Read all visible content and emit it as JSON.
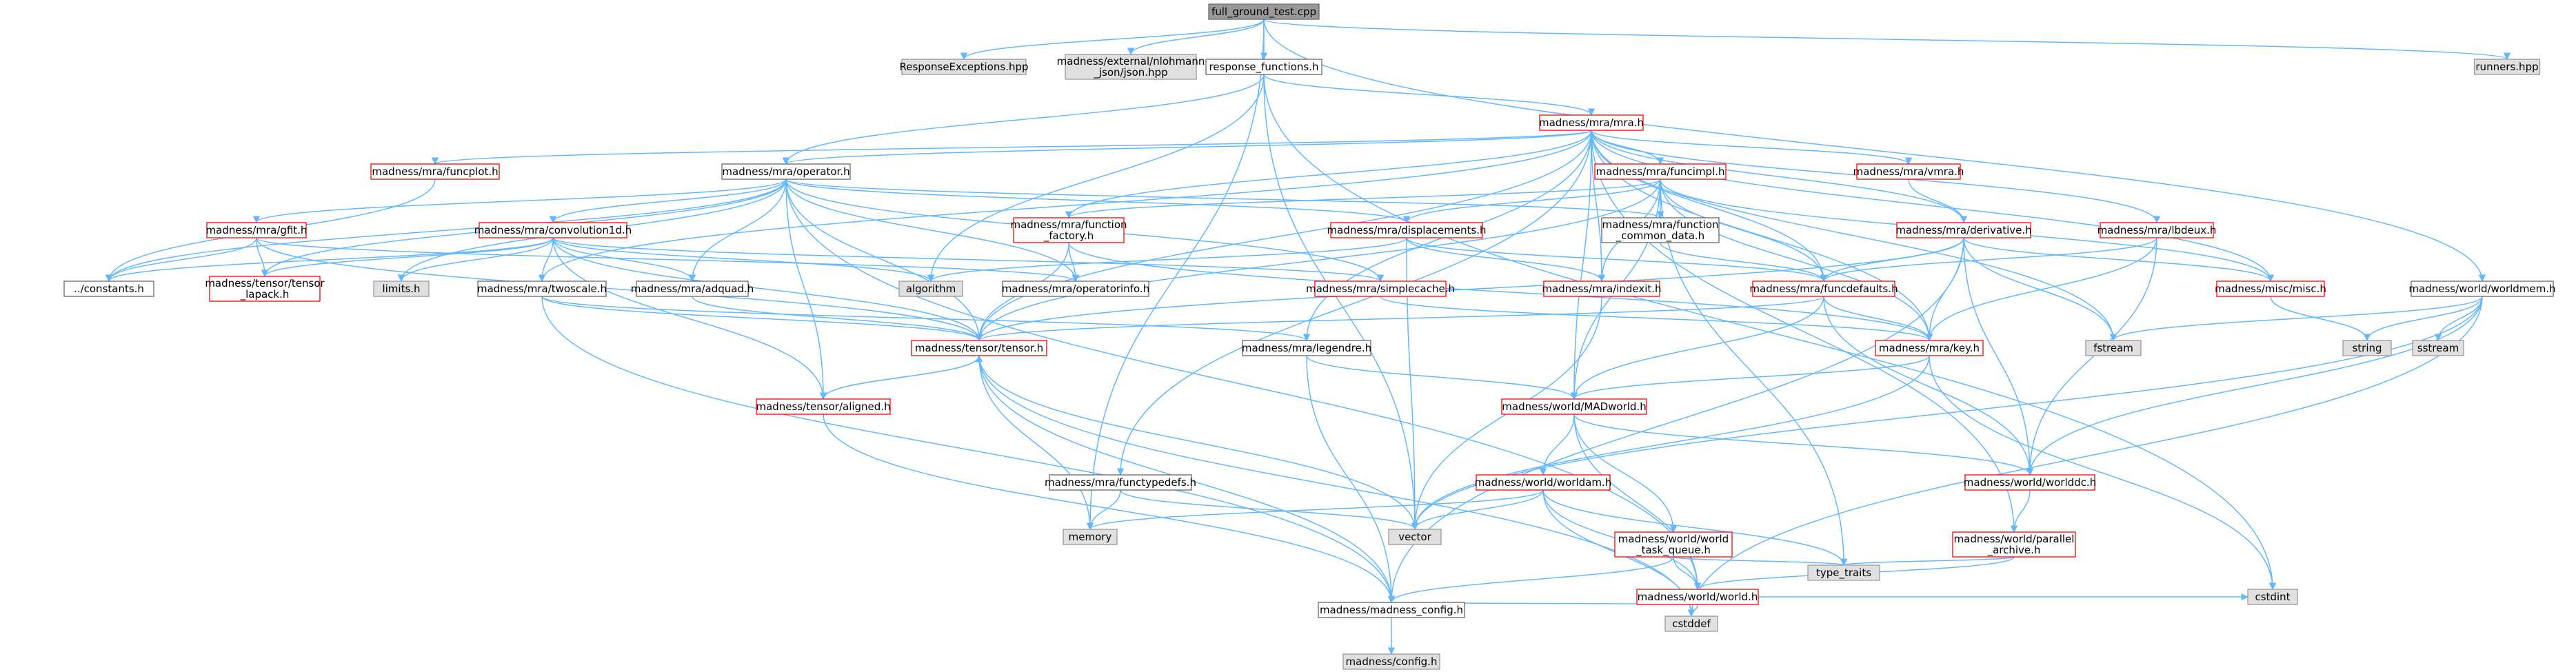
{
  "palette": {
    "edge": "#63b8ff",
    "root_fill": "#999999",
    "root_stroke": "#666666",
    "normal_fill": "#ffffff",
    "normal_stroke": "#666666",
    "red_stroke": "#ff0000",
    "gray_fill": "#e0e0e0",
    "gray_stroke": "#999999"
  },
  "nodes": [
    {
      "id": "root",
      "label": "full_ground_test.cpp",
      "style": "root"
    },
    {
      "id": "resp_exc",
      "label": "ResponseExceptions.hpp",
      "style": "gray"
    },
    {
      "id": "json",
      "label": "madness/external/nlohmann\n_json/json.hpp",
      "style": "gray"
    },
    {
      "id": "resp_fun",
      "label": "response_functions.h",
      "style": "normal"
    },
    {
      "id": "runners",
      "label": "runners.hpp",
      "style": "gray"
    },
    {
      "id": "mra",
      "label": "madness/mra/mra.h",
      "style": "red"
    },
    {
      "id": "funcplot",
      "label": "madness/mra/funcplot.h",
      "style": "red"
    },
    {
      "id": "operator",
      "label": "madness/mra/operator.h",
      "style": "normal"
    },
    {
      "id": "funcimpl",
      "label": "madness/mra/funcimpl.h",
      "style": "red"
    },
    {
      "id": "vmra",
      "label": "madness/mra/vmra.h",
      "style": "red"
    },
    {
      "id": "gfit",
      "label": "madness/mra/gfit.h",
      "style": "red"
    },
    {
      "id": "conv1d",
      "label": "madness/mra/convolution1d.h",
      "style": "red"
    },
    {
      "id": "function_factory",
      "label": "madness/mra/function\n_factory.h",
      "style": "red"
    },
    {
      "id": "displacements",
      "label": "madness/mra/displacements.h",
      "style": "red"
    },
    {
      "id": "func_common",
      "label": "madness/mra/function\n_common_data.h",
      "style": "normal"
    },
    {
      "id": "derivative",
      "label": "madness/mra/derivative.h",
      "style": "red"
    },
    {
      "id": "lbdeux",
      "label": "madness/mra/lbdeux.h",
      "style": "red"
    },
    {
      "id": "worldmem",
      "label": "madness/world/worldmem.h",
      "style": "normal"
    },
    {
      "id": "constants",
      "label": "../constants.h",
      "style": "normal"
    },
    {
      "id": "tensor_lapack",
      "label": "madness/tensor/tensor\n_lapack.h",
      "style": "red"
    },
    {
      "id": "limits",
      "label": "limits.h",
      "style": "gray"
    },
    {
      "id": "twoscale",
      "label": "madness/mra/twoscale.h",
      "style": "normal"
    },
    {
      "id": "adquad",
      "label": "madness/mra/adquad.h",
      "style": "normal"
    },
    {
      "id": "algorithm",
      "label": "algorithm",
      "style": "gray"
    },
    {
      "id": "operatorinfo",
      "label": "madness/mra/operatorinfo.h",
      "style": "normal"
    },
    {
      "id": "simplecache",
      "label": "madness/mra/simplecache.h",
      "style": "red"
    },
    {
      "id": "indexit",
      "label": "madness/mra/indexit.h",
      "style": "red"
    },
    {
      "id": "funcdefaults",
      "label": "madness/mra/funcdefaults.h",
      "style": "red"
    },
    {
      "id": "misc",
      "label": "madness/misc/misc.h",
      "style": "red"
    },
    {
      "id": "fstream",
      "label": "fstream",
      "style": "gray"
    },
    {
      "id": "string",
      "label": "string",
      "style": "gray"
    },
    {
      "id": "sstream",
      "label": "sstream",
      "style": "gray"
    },
    {
      "id": "tensor",
      "label": "madness/tensor/tensor.h",
      "style": "red"
    },
    {
      "id": "legendre",
      "label": "madness/mra/legendre.h",
      "style": "normal"
    },
    {
      "id": "key",
      "label": "madness/mra/key.h",
      "style": "red"
    },
    {
      "id": "aligned",
      "label": "madness/tensor/aligned.h",
      "style": "red"
    },
    {
      "id": "madworld",
      "label": "madness/world/MADworld.h",
      "style": "red"
    },
    {
      "id": "functypedefs",
      "label": "madness/mra/functypedefs.h",
      "style": "normal"
    },
    {
      "id": "worldam",
      "label": "madness/world/worldam.h",
      "style": "red"
    },
    {
      "id": "worlddc",
      "label": "madness/world/worlddc.h",
      "style": "red"
    },
    {
      "id": "memory",
      "label": "memory",
      "style": "gray"
    },
    {
      "id": "vector",
      "label": "vector",
      "style": "gray"
    },
    {
      "id": "task_queue",
      "label": "madness/world/world\n_task_queue.h",
      "style": "red"
    },
    {
      "id": "parallel_archive",
      "label": "madness/world/parallel\n_archive.h",
      "style": "red"
    },
    {
      "id": "type_traits",
      "label": "type_traits",
      "style": "gray"
    },
    {
      "id": "world",
      "label": "madness/world/world.h",
      "style": "red"
    },
    {
      "id": "cstdint",
      "label": "cstdint",
      "style": "gray"
    },
    {
      "id": "madness_config",
      "label": "madness/madness_config.h",
      "style": "normal"
    },
    {
      "id": "cstddef",
      "label": "cstddef",
      "style": "gray"
    },
    {
      "id": "config",
      "label": "madness/config.h",
      "style": "gray"
    }
  ],
  "edges": [
    [
      "root",
      "resp_exc"
    ],
    [
      "root",
      "json"
    ],
    [
      "root",
      "resp_fun"
    ],
    [
      "root",
      "runners"
    ],
    [
      "root",
      "worldmem"
    ],
    [
      "root",
      "memory"
    ],
    [
      "resp_fun",
      "mra"
    ],
    [
      "resp_fun",
      "operator"
    ],
    [
      "resp_fun",
      "algorithm"
    ],
    [
      "resp_fun",
      "vector"
    ],
    [
      "resp_fun",
      "cstdint"
    ],
    [
      "mra",
      "funcplot"
    ],
    [
      "mra",
      "operator"
    ],
    [
      "mra",
      "funcimpl"
    ],
    [
      "mra",
      "vmra"
    ],
    [
      "mra",
      "derivative"
    ],
    [
      "mra",
      "lbdeux"
    ],
    [
      "mra",
      "function_factory"
    ],
    [
      "mra",
      "indexit"
    ],
    [
      "mra",
      "funcdefaults"
    ],
    [
      "mra",
      "key"
    ],
    [
      "mra",
      "madworld"
    ],
    [
      "mra",
      "functypedefs"
    ],
    [
      "mra",
      "legendre"
    ],
    [
      "mra",
      "misc"
    ],
    [
      "mra",
      "tensor"
    ],
    [
      "mra",
      "twoscale"
    ],
    [
      "mra",
      "fstream"
    ],
    [
      "mra",
      "parallel_archive"
    ],
    [
      "funcplot",
      "constants"
    ],
    [
      "operator",
      "constants"
    ],
    [
      "operator",
      "gfit"
    ],
    [
      "operator",
      "conv1d"
    ],
    [
      "operator",
      "displacements"
    ],
    [
      "operator",
      "func_common"
    ],
    [
      "operator",
      "limits"
    ],
    [
      "operator",
      "adquad"
    ],
    [
      "operator",
      "operatorinfo"
    ],
    [
      "operator",
      "simplecache"
    ],
    [
      "operator",
      "tensor_lapack"
    ],
    [
      "operator",
      "tensor"
    ],
    [
      "operator",
      "aligned"
    ],
    [
      "operator",
      "world"
    ],
    [
      "funcimpl",
      "function_factory"
    ],
    [
      "funcimpl",
      "displacements"
    ],
    [
      "funcimpl",
      "func_common"
    ],
    [
      "funcimpl",
      "indexit"
    ],
    [
      "funcimpl",
      "funcdefaults"
    ],
    [
      "funcimpl",
      "key"
    ],
    [
      "funcimpl",
      "madworld"
    ],
    [
      "funcimpl",
      "misc"
    ],
    [
      "funcimpl",
      "type_traits"
    ],
    [
      "funcimpl",
      "tensor"
    ],
    [
      "vmra",
      "derivative"
    ],
    [
      "gfit",
      "constants"
    ],
    [
      "gfit",
      "tensor_lapack"
    ],
    [
      "gfit",
      "operatorinfo"
    ],
    [
      "gfit",
      "tensor"
    ],
    [
      "conv1d",
      "constants"
    ],
    [
      "conv1d",
      "limits"
    ],
    [
      "conv1d",
      "twoscale"
    ],
    [
      "conv1d",
      "adquad"
    ],
    [
      "conv1d",
      "algorithm"
    ],
    [
      "conv1d",
      "simplecache"
    ],
    [
      "conv1d",
      "tensor"
    ],
    [
      "conv1d",
      "aligned"
    ],
    [
      "conv1d",
      "tensor_lapack"
    ],
    [
      "function_factory",
      "operatorinfo"
    ],
    [
      "function_factory",
      "tensor"
    ],
    [
      "function_factory",
      "key"
    ],
    [
      "displacements",
      "algorithm"
    ],
    [
      "displacements",
      "indexit"
    ],
    [
      "displacements",
      "funcdefaults"
    ],
    [
      "displacements",
      "vector"
    ],
    [
      "func_common",
      "funcdefaults"
    ],
    [
      "derivative",
      "funcdefaults"
    ],
    [
      "derivative",
      "key"
    ],
    [
      "derivative",
      "misc"
    ],
    [
      "derivative",
      "fstream"
    ],
    [
      "derivative",
      "worlddc"
    ],
    [
      "derivative",
      "madness_config"
    ],
    [
      "derivative",
      "tensor"
    ],
    [
      "lbdeux",
      "funcdefaults"
    ],
    [
      "lbdeux",
      "key"
    ],
    [
      "lbdeux",
      "worlddc"
    ],
    [
      "worldmem",
      "fstream"
    ],
    [
      "worldmem",
      "string"
    ],
    [
      "worldmem",
      "sstream"
    ],
    [
      "worldmem",
      "cstddef"
    ],
    [
      "worldmem",
      "worlddc"
    ],
    [
      "worldmem",
      "vector"
    ],
    [
      "twoscale",
      "tensor"
    ],
    [
      "twoscale",
      "legendre"
    ],
    [
      "twoscale",
      "madness_config"
    ],
    [
      "adquad",
      "tensor"
    ],
    [
      "simplecache",
      "key"
    ],
    [
      "indexit",
      "vector"
    ],
    [
      "funcdefaults",
      "tensor"
    ],
    [
      "funcdefaults",
      "key"
    ],
    [
      "funcdefaults",
      "madworld"
    ],
    [
      "funcdefaults",
      "worlddc"
    ],
    [
      "misc",
      "string"
    ],
    [
      "tensor",
      "aligned"
    ],
    [
      "tensor",
      "memory"
    ],
    [
      "tensor",
      "vector"
    ],
    [
      "tensor",
      "madness_config"
    ],
    [
      "tensor",
      "cstddef"
    ],
    [
      "aligned",
      "tensor"
    ],
    [
      "aligned",
      "madness_config"
    ],
    [
      "legendre",
      "madworld"
    ],
    [
      "legendre",
      "madness_config"
    ],
    [
      "key",
      "madworld"
    ],
    [
      "key",
      "cstdint"
    ],
    [
      "key",
      "vector"
    ],
    [
      "madworld",
      "worldam"
    ],
    [
      "madworld",
      "worlddc"
    ],
    [
      "madworld",
      "task_queue"
    ],
    [
      "madworld",
      "world"
    ],
    [
      "functypedefs",
      "memory"
    ],
    [
      "functypedefs",
      "vector"
    ],
    [
      "worldam",
      "memory"
    ],
    [
      "worldam",
      "vector"
    ],
    [
      "worldam",
      "type_traits"
    ],
    [
      "worldam",
      "cstddef"
    ],
    [
      "worldam",
      "world"
    ],
    [
      "worlddc",
      "parallel_archive"
    ],
    [
      "task_queue",
      "type_traits"
    ],
    [
      "task_queue",
      "world"
    ],
    [
      "task_queue",
      "madness_config"
    ],
    [
      "parallel_archive",
      "type_traits"
    ],
    [
      "parallel_archive",
      "world"
    ],
    [
      "world",
      "madness_config"
    ],
    [
      "world",
      "cstddef"
    ],
    [
      "world",
      "cstdint"
    ],
    [
      "madness_config",
      "config"
    ]
  ]
}
